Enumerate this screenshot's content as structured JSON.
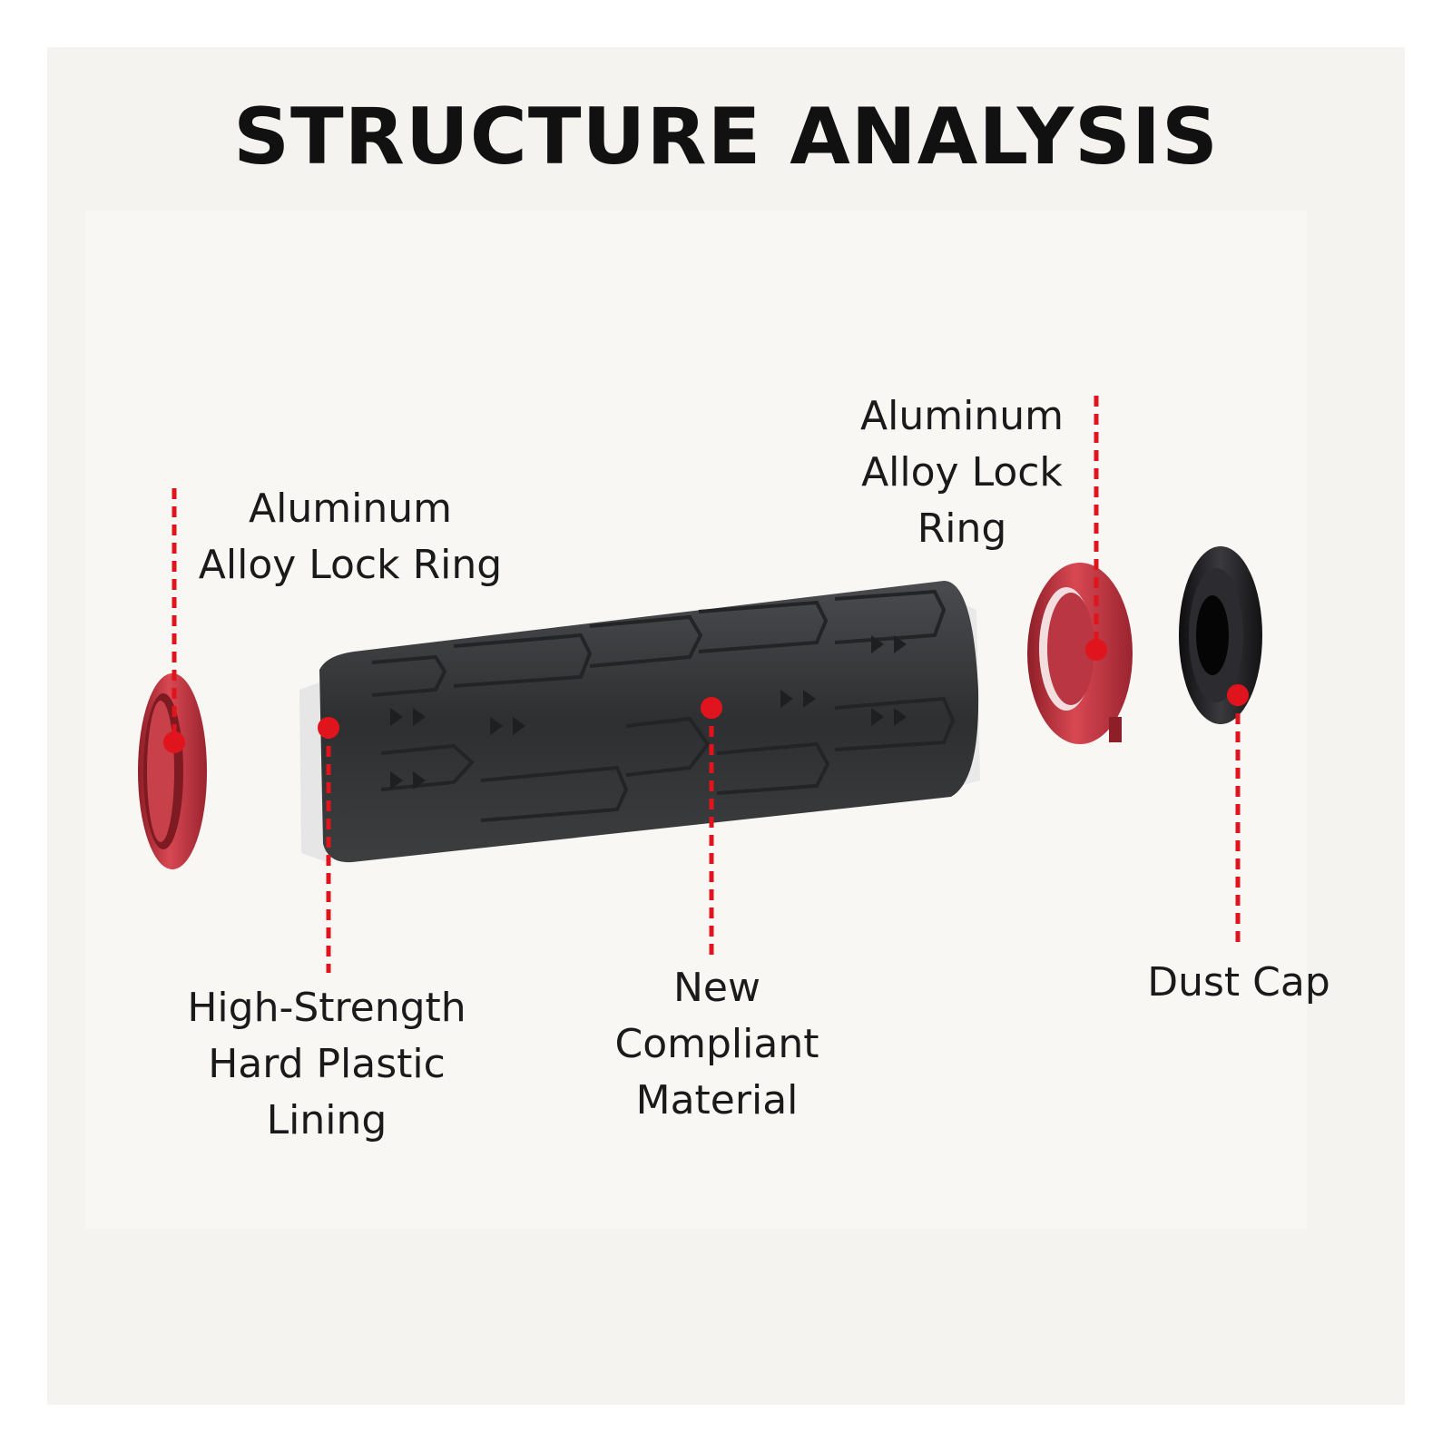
{
  "title": "STRUCTURE ANALYSIS",
  "labels": {
    "left_lock_ring": [
      "Aluminum",
      "Alloy Lock Ring"
    ],
    "right_lock_ring": [
      "Aluminum",
      "Alloy Lock",
      "Ring"
    ],
    "lining": [
      "High-Strength",
      "Hard Plastic",
      "Lining"
    ],
    "material": [
      "New",
      "Compliant",
      "Material"
    ],
    "dust_cap": [
      "Dust Cap"
    ]
  },
  "colors": {
    "marker": "#e0141c",
    "ring": "#c4303c",
    "grip": "#3a3b3d",
    "cap": "#1c1c1e"
  }
}
